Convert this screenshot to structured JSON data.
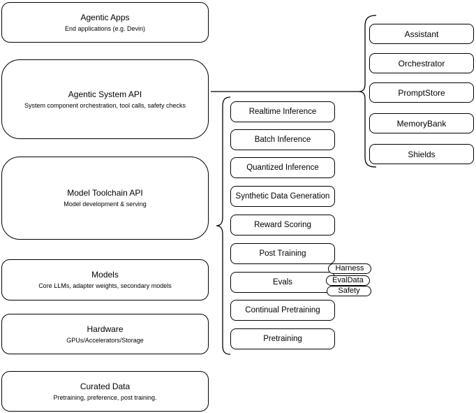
{
  "colors": {
    "background": "#ffffff",
    "node_fill": "#ffffff",
    "stroke": "#000000",
    "text": "#000000"
  },
  "left_stack": [
    {
      "title": "Agentic Apps",
      "subtitle": "End applications (e.g. Devin)"
    },
    {
      "title": "Agentic System API",
      "subtitle": "System component orchestration, tool calls, safety checks"
    },
    {
      "title": "Model Toolchain API",
      "subtitle": "Model development & serving"
    },
    {
      "title": "Models",
      "subtitle": "Core LLMs, adapter weights, secondary models"
    },
    {
      "title": "Hardware",
      "subtitle": "GPUs/Accelerators/Storage"
    },
    {
      "title": "Curated Data",
      "subtitle": "Pretraining, preference, post training."
    }
  ],
  "toolchain_group": {
    "items": [
      "Realtime Inference",
      "Batch Inference",
      "Quantized Inference",
      "Synthetic Data Generation",
      "Reward Scoring",
      "Post Training",
      "Evals",
      "Continual Pretraining",
      "Pretraining"
    ]
  },
  "evals_tags": [
    "Harness",
    "EvalData",
    "Safety"
  ],
  "system_group": {
    "items": [
      "Assistant",
      "Orchestrator",
      "PromptStore",
      "MemoryBank",
      "Shields"
    ]
  }
}
